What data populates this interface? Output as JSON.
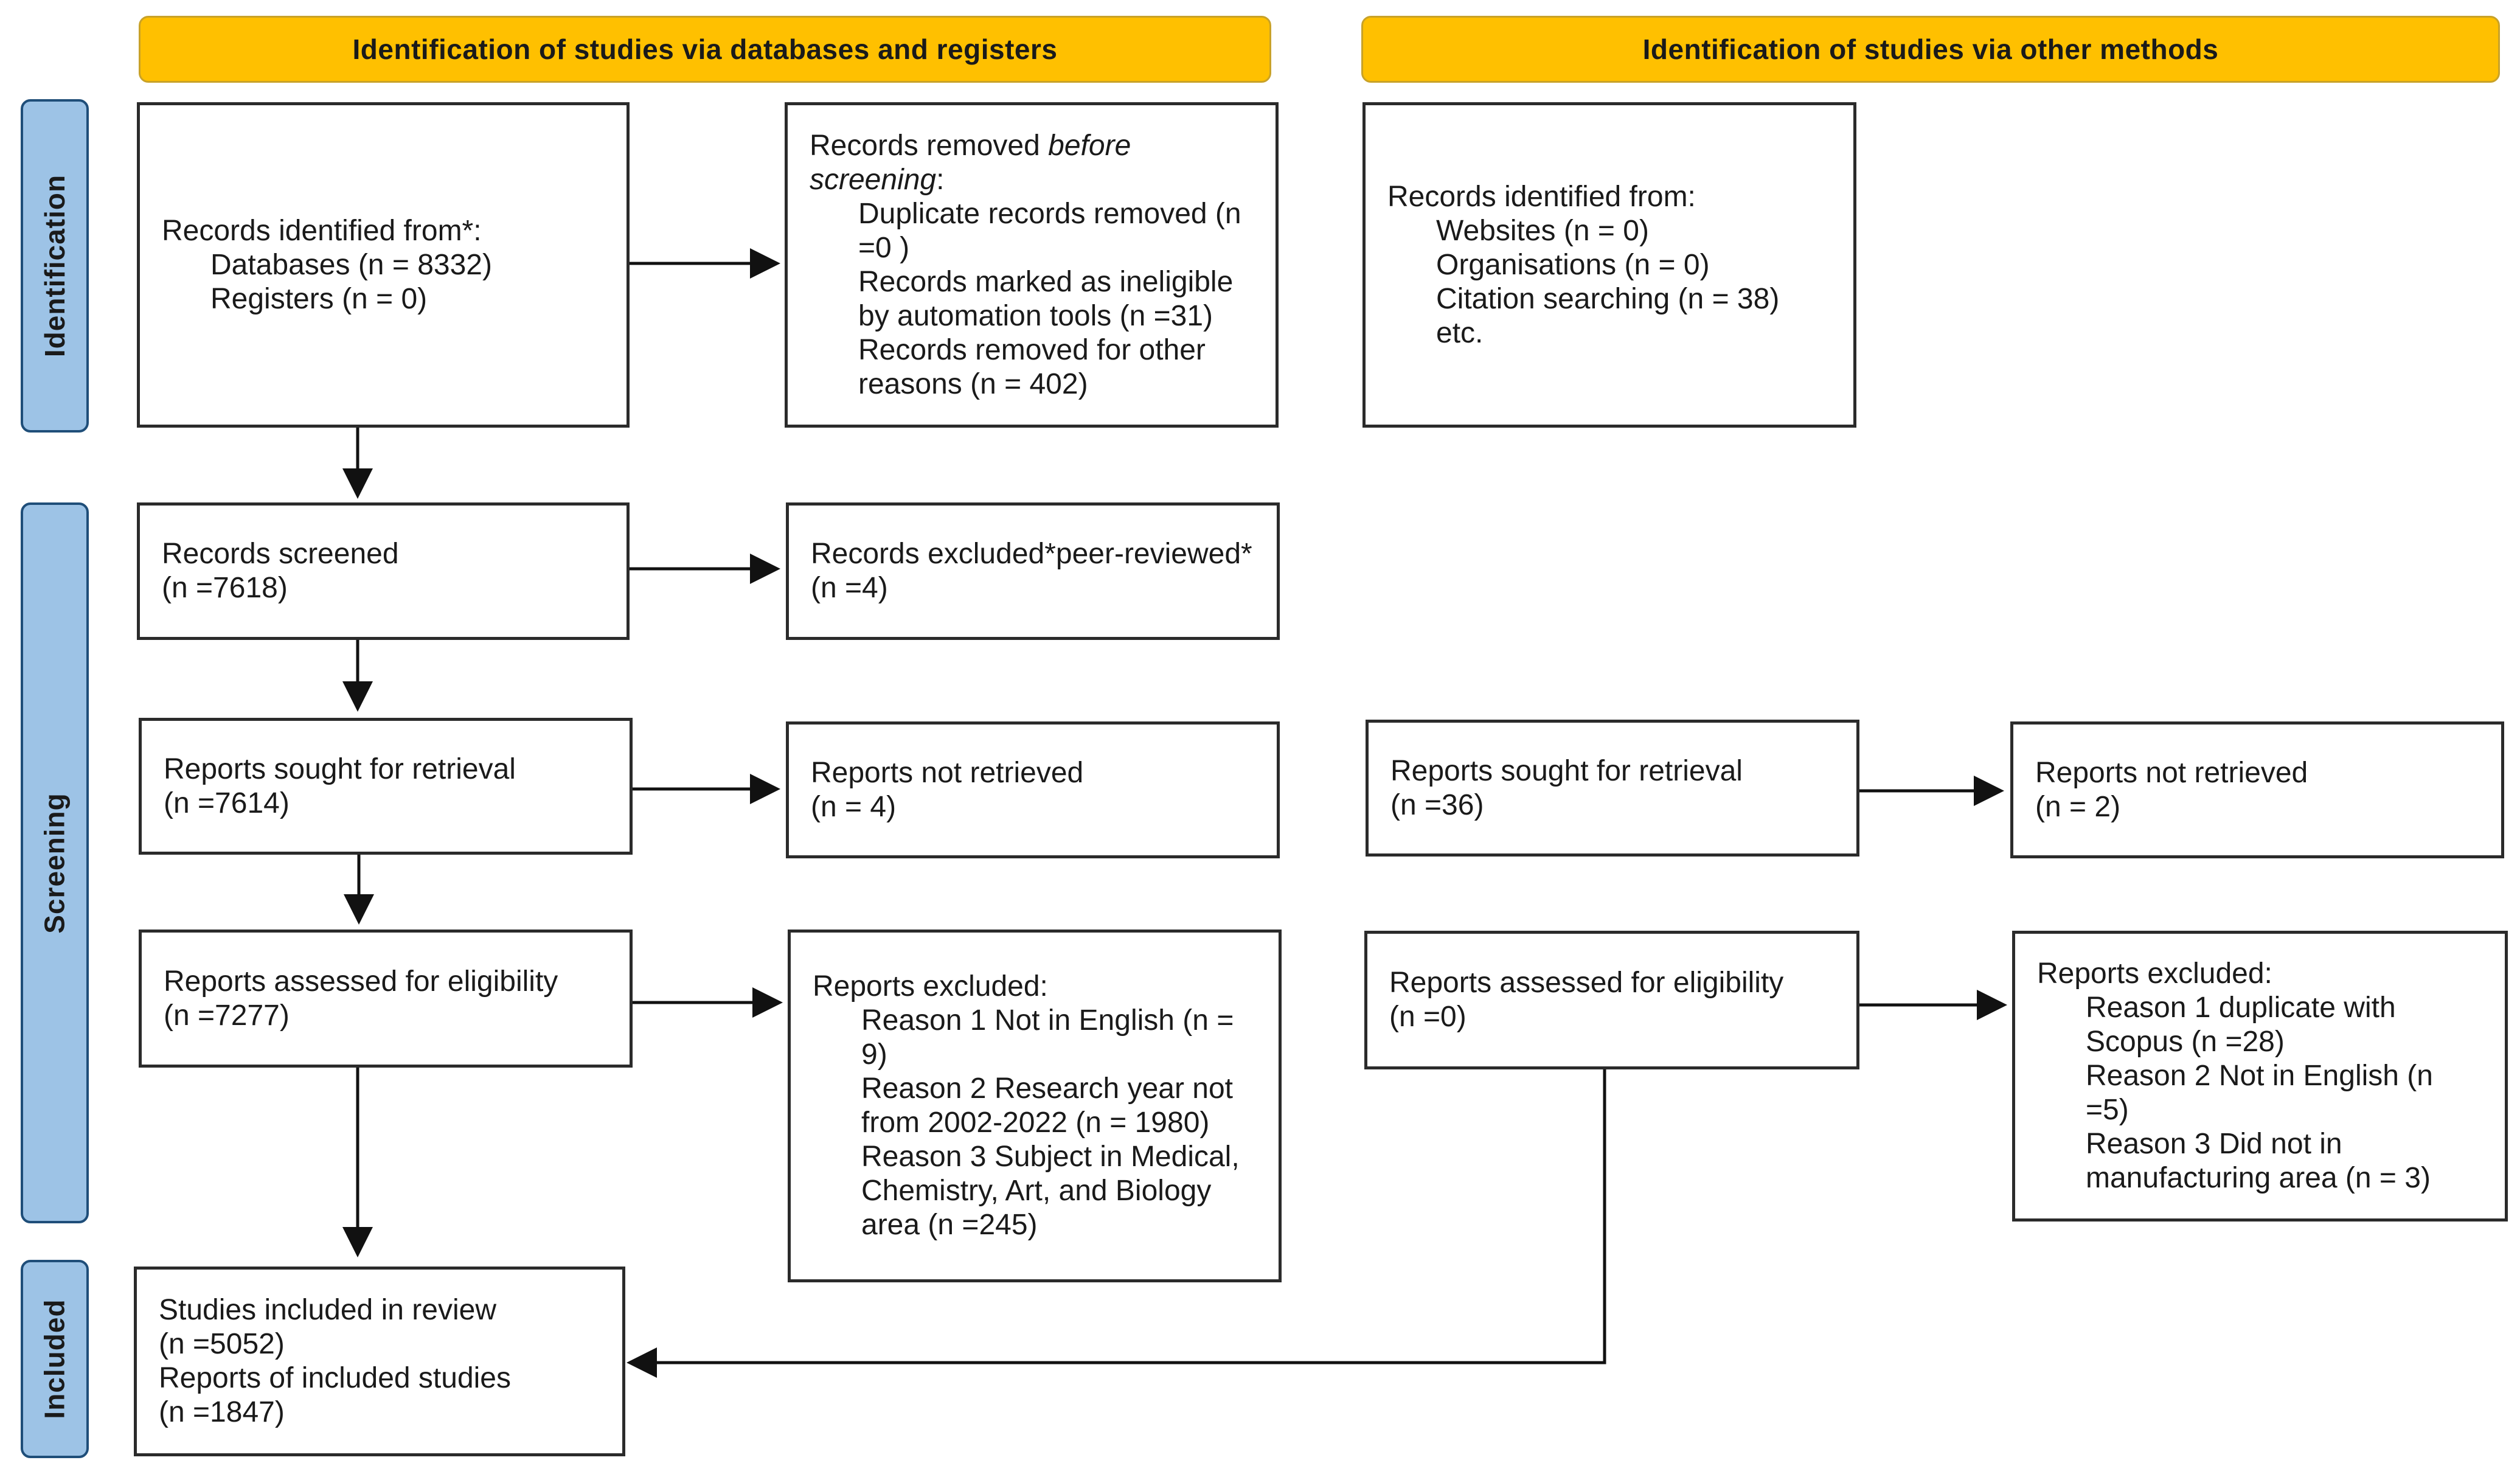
{
  "headers": {
    "left": "Identification of studies via databases and registers",
    "right": "Identification of studies via other methods"
  },
  "phases": {
    "identification": "Identification",
    "screening": "Screening",
    "included": "Included"
  },
  "db": {
    "identified": {
      "title": "Records identified from*:",
      "lines": [
        "Databases (n = 8332)",
        "Registers (n = 0)"
      ]
    },
    "removed": {
      "title_prefix": "Records removed ",
      "title_italic": "before screening",
      "title_suffix": ":",
      "lines": [
        "Duplicate records removed (n =0 )",
        "Records marked as ineligible by automation tools (n =31)",
        "Records removed for other reasons (n = 402)"
      ]
    },
    "screened": {
      "title": "Records screened",
      "count": "(n =7618)"
    },
    "excluded": {
      "title": "Records excluded*peer-reviewed*",
      "count": "(n =4)"
    },
    "sought": {
      "title": "Reports sought for retrieval",
      "count": "(n =7614)"
    },
    "not_retrieved": {
      "title": "Reports not retrieved",
      "count": "(n = 4)"
    },
    "assessed": {
      "title": "Reports assessed for eligibility",
      "count": "(n =7277)"
    },
    "reports_excluded": {
      "title": "Reports excluded:",
      "lines": [
        "Reason 1 Not in English (n = 9)",
        "Reason 2 Research year not from 2002-2022 (n = 1980)",
        "Reason 3 Subject in Medical, Chemistry, Art, and Biology area (n =245)"
      ]
    },
    "included": {
      "lines": [
        "Studies included in review",
        "(n =5052)",
        "Reports of included studies",
        "(n =1847)"
      ]
    }
  },
  "other": {
    "identified": {
      "title": "Records identified from:",
      "lines": [
        "Websites (n = 0)",
        "Organisations (n = 0)",
        "Citation searching (n = 38)",
        "etc."
      ]
    },
    "sought": {
      "title": "Reports sought for retrieval",
      "count": "(n =36)"
    },
    "not_retrieved": {
      "title": "Reports not retrieved",
      "count": "(n = 2)"
    },
    "assessed": {
      "title": "Reports assessed for eligibility",
      "count": "(n =0)"
    },
    "reports_excluded": {
      "title": "Reports excluded:",
      "lines": [
        "Reason 1 duplicate with Scopus (n =28)",
        "Reason 2 Not in English (n =5)",
        "Reason 3 Did not in manufacturing area (n = 3)"
      ]
    }
  },
  "colors": {
    "header_fill": "#FFC000",
    "phase_fill": "#9DC3E6",
    "phase_border": "#1F4E79",
    "box_border": "#2b2b2b"
  }
}
